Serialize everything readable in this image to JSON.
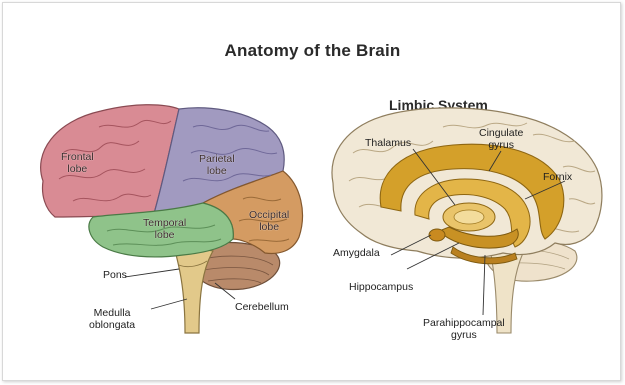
{
  "title": "Anatomy of the Brain",
  "limbic_title": "Limbic System",
  "left": {
    "frontal": [
      "Frontal",
      "lobe"
    ],
    "parietal": [
      "Parietal",
      "lobe"
    ],
    "temporal": [
      "Temporal",
      "lobe"
    ],
    "occipital": [
      "Occipital",
      "lobe"
    ],
    "pons": "Pons",
    "medulla": [
      "Medulla",
      "oblongata"
    ],
    "cerebellum": "Cerebellum"
  },
  "right": {
    "thalamus": "Thalamus",
    "cingulate": [
      "Cingulate",
      "gyrus"
    ],
    "fornix": "Fornix",
    "amygdala": "Amygdala",
    "hippocampus": "Hippocampus",
    "parahippocampal": [
      "Parahippocampal",
      "gyrus"
    ]
  },
  "colors": {
    "frontal": "#d98b94",
    "parietal": "#a19ac0",
    "temporal": "#8fc38a",
    "occipital": "#d49b62",
    "cerebellum": "#b98a6a",
    "brainstem": "#e2c98a",
    "limbic": "#d4a02a"
  }
}
